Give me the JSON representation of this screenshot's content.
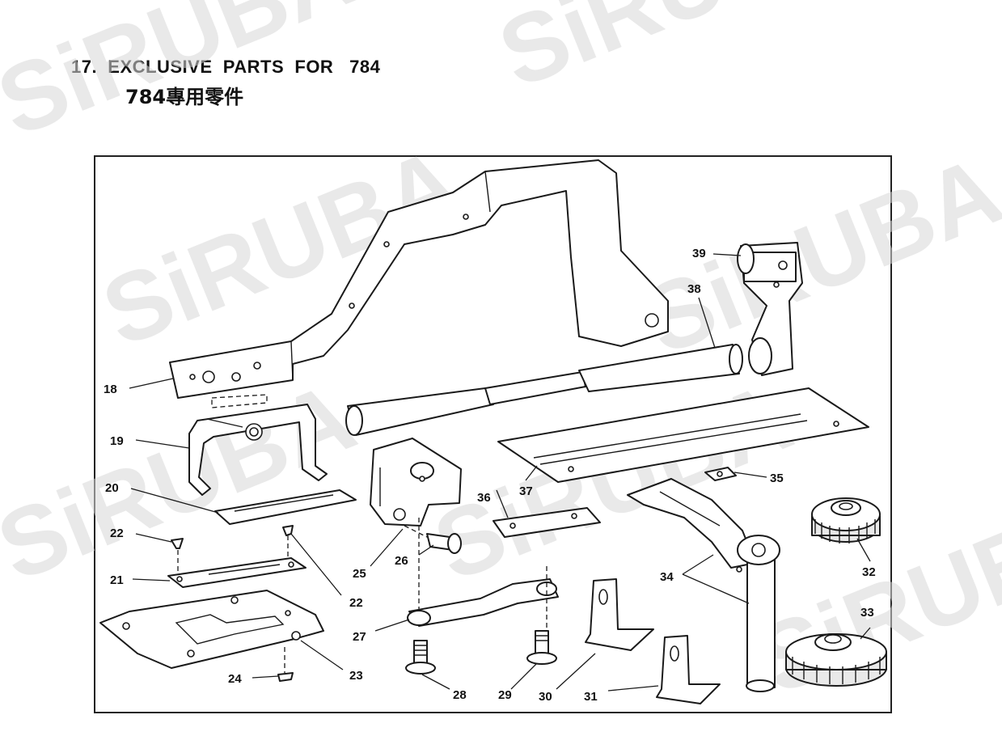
{
  "title": {
    "line1": "17.  EXCLUSIVE  PARTS  FOR   784",
    "line2": "784專用零件"
  },
  "watermark": "SiRUBA",
  "colors": {
    "ink": "#1a1a1a",
    "watermark": "#d8d8d8",
    "background": "#ffffff"
  },
  "callouts": [
    "18",
    "19",
    "20",
    "22",
    "21",
    "22",
    "24",
    "23",
    "25",
    "26",
    "27",
    "28",
    "29",
    "30",
    "31",
    "34",
    "32",
    "33",
    "35",
    "36",
    "37",
    "38",
    "39"
  ]
}
